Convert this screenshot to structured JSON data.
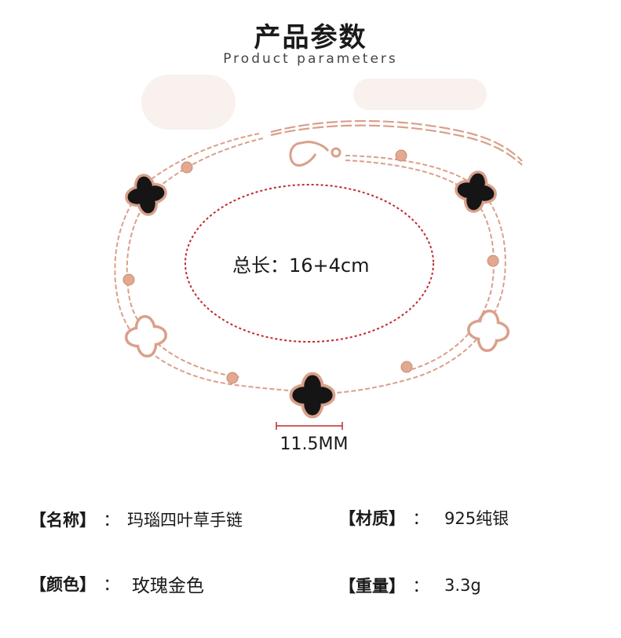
{
  "header": {
    "title": "产品参数",
    "subtitle": "Product parameters"
  },
  "product_image": {
    "length_label": "总长：16+4cm",
    "size_label": "11.5MM"
  },
  "params": {
    "name": {
      "key": "【名称】",
      "colon": "：",
      "value": "玛瑙四叶草手链"
    },
    "material": {
      "key": "【材质】",
      "colon": "：",
      "value": "925纯银"
    },
    "color": {
      "key": "【颜色】",
      "colon": "：",
      "value": "玫瑰金色"
    },
    "weight": {
      "key": "【重量】",
      "colon": "：",
      "value": "3.3g"
    }
  },
  "colors": {
    "chain": "#d9a08a",
    "onyx": "#151515",
    "pearl": "#ffffff",
    "dashed_circle": "#c0282c"
  }
}
